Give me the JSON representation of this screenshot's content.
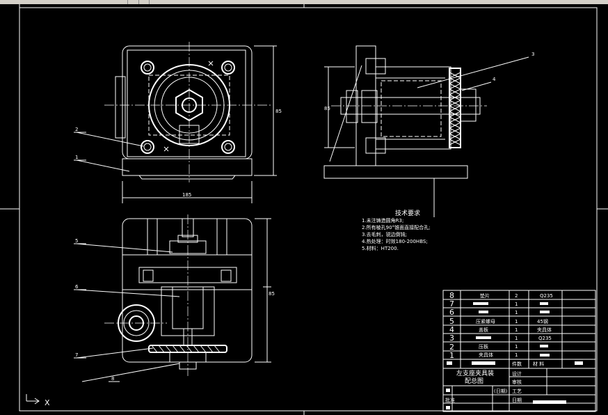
{
  "colors": {
    "background": "#000000",
    "lines": "#ffffff",
    "toolbar": "#d4d0c8"
  },
  "callouts": {
    "c1": "1",
    "c2": "2",
    "c3": "3",
    "c4": "4",
    "c5": "5",
    "c6": "6",
    "c7": "7",
    "c8": "8"
  },
  "dimensions": {
    "front_width": "185",
    "front_height": "85",
    "side_height": "85",
    "bottom_height": "85"
  },
  "tech": {
    "title": "技术要求",
    "items": [
      "1.未注铸造圆角R3;",
      "2.所有棱孔90°锥面直接配合孔;",
      "3.去毛刺，锐边倒钝;",
      "4.热处理：时效180-200HBS;",
      "5.材料：HT200."
    ]
  },
  "title_block": {
    "rows": [
      {
        "no": "8",
        "name": "垫片",
        "qty": "2",
        "material": "Q235"
      },
      {
        "no": "7",
        "name": "",
        "qty": "1",
        "material": ""
      },
      {
        "no": "6",
        "name": "",
        "qty": "1",
        "material": ""
      },
      {
        "no": "5",
        "name": "压紧螺母",
        "qty": "1",
        "material": "45钢"
      },
      {
        "no": "4",
        "name": "盖板",
        "qty": "1",
        "material": "夹具体"
      },
      {
        "no": "3",
        "name": "",
        "qty": "1",
        "material": "Q235"
      },
      {
        "no": "2",
        "name": "压板",
        "qty": "1",
        "material": ""
      },
      {
        "no": "1",
        "name": "夹具体",
        "qty": "1",
        "material": ""
      }
    ],
    "header_row": {
      "qty": "件数",
      "material": "材 料"
    },
    "drawing_name_1": "左支座夹具装",
    "drawing_name_2": "配总图",
    "labels": {
      "design": "设计",
      "check": "审核",
      "craft": "工艺",
      "ratio": "(日期)",
      "approve": "批准",
      "date": "日期"
    }
  },
  "ucs": {
    "x_label": "X"
  }
}
